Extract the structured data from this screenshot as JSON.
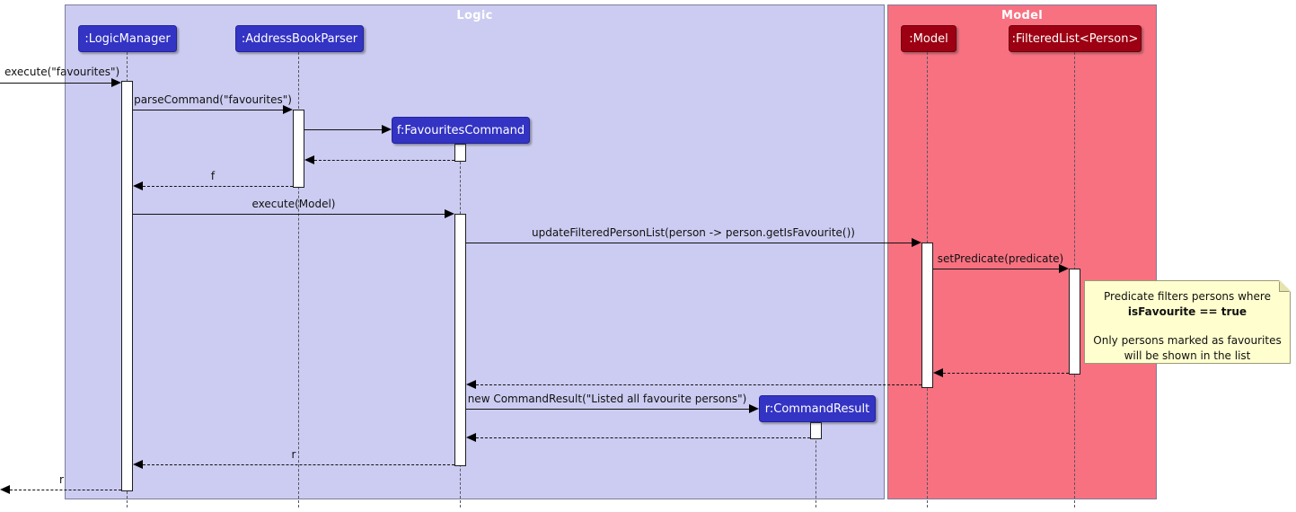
{
  "frames": {
    "logic": {
      "title": "Logic"
    },
    "model": {
      "title": "Model"
    }
  },
  "participants": {
    "logic_manager": ":LogicManager",
    "address_book_parser": ":AddressBookParser",
    "favourites_command": "f:FavouritesCommand",
    "command_result": "r:CommandResult",
    "model": ":Model",
    "filtered_list": ":FilteredList<Person>"
  },
  "messages": {
    "execute_favourites": "execute(\"favourites\")",
    "parse_command": "parseCommand(\"favourites\")",
    "return_f": "f",
    "execute_model": "execute(Model)",
    "update_filtered_person_list": "updateFilteredPersonList(person -> person.getIsFavourite())",
    "set_predicate": "setPredicate(predicate)",
    "new_command_result": "new CommandResult(\"Listed all favourite persons\")",
    "return_r": "r",
    "return_r_outer": "r"
  },
  "note": {
    "line1": "Predicate filters persons where",
    "line2_bold": "isFavourite == true",
    "line3": "Only persons marked as favourites",
    "line4": "will be shown in the list"
  },
  "colors": {
    "logic_accent": "#3333C4",
    "logic_frame_bg": "#CCCCF2",
    "model_accent": "#9D0012",
    "model_frame_bg": "#F87181",
    "note_bg": "#FEFECE",
    "activation_bg": "#FFFFFF"
  }
}
